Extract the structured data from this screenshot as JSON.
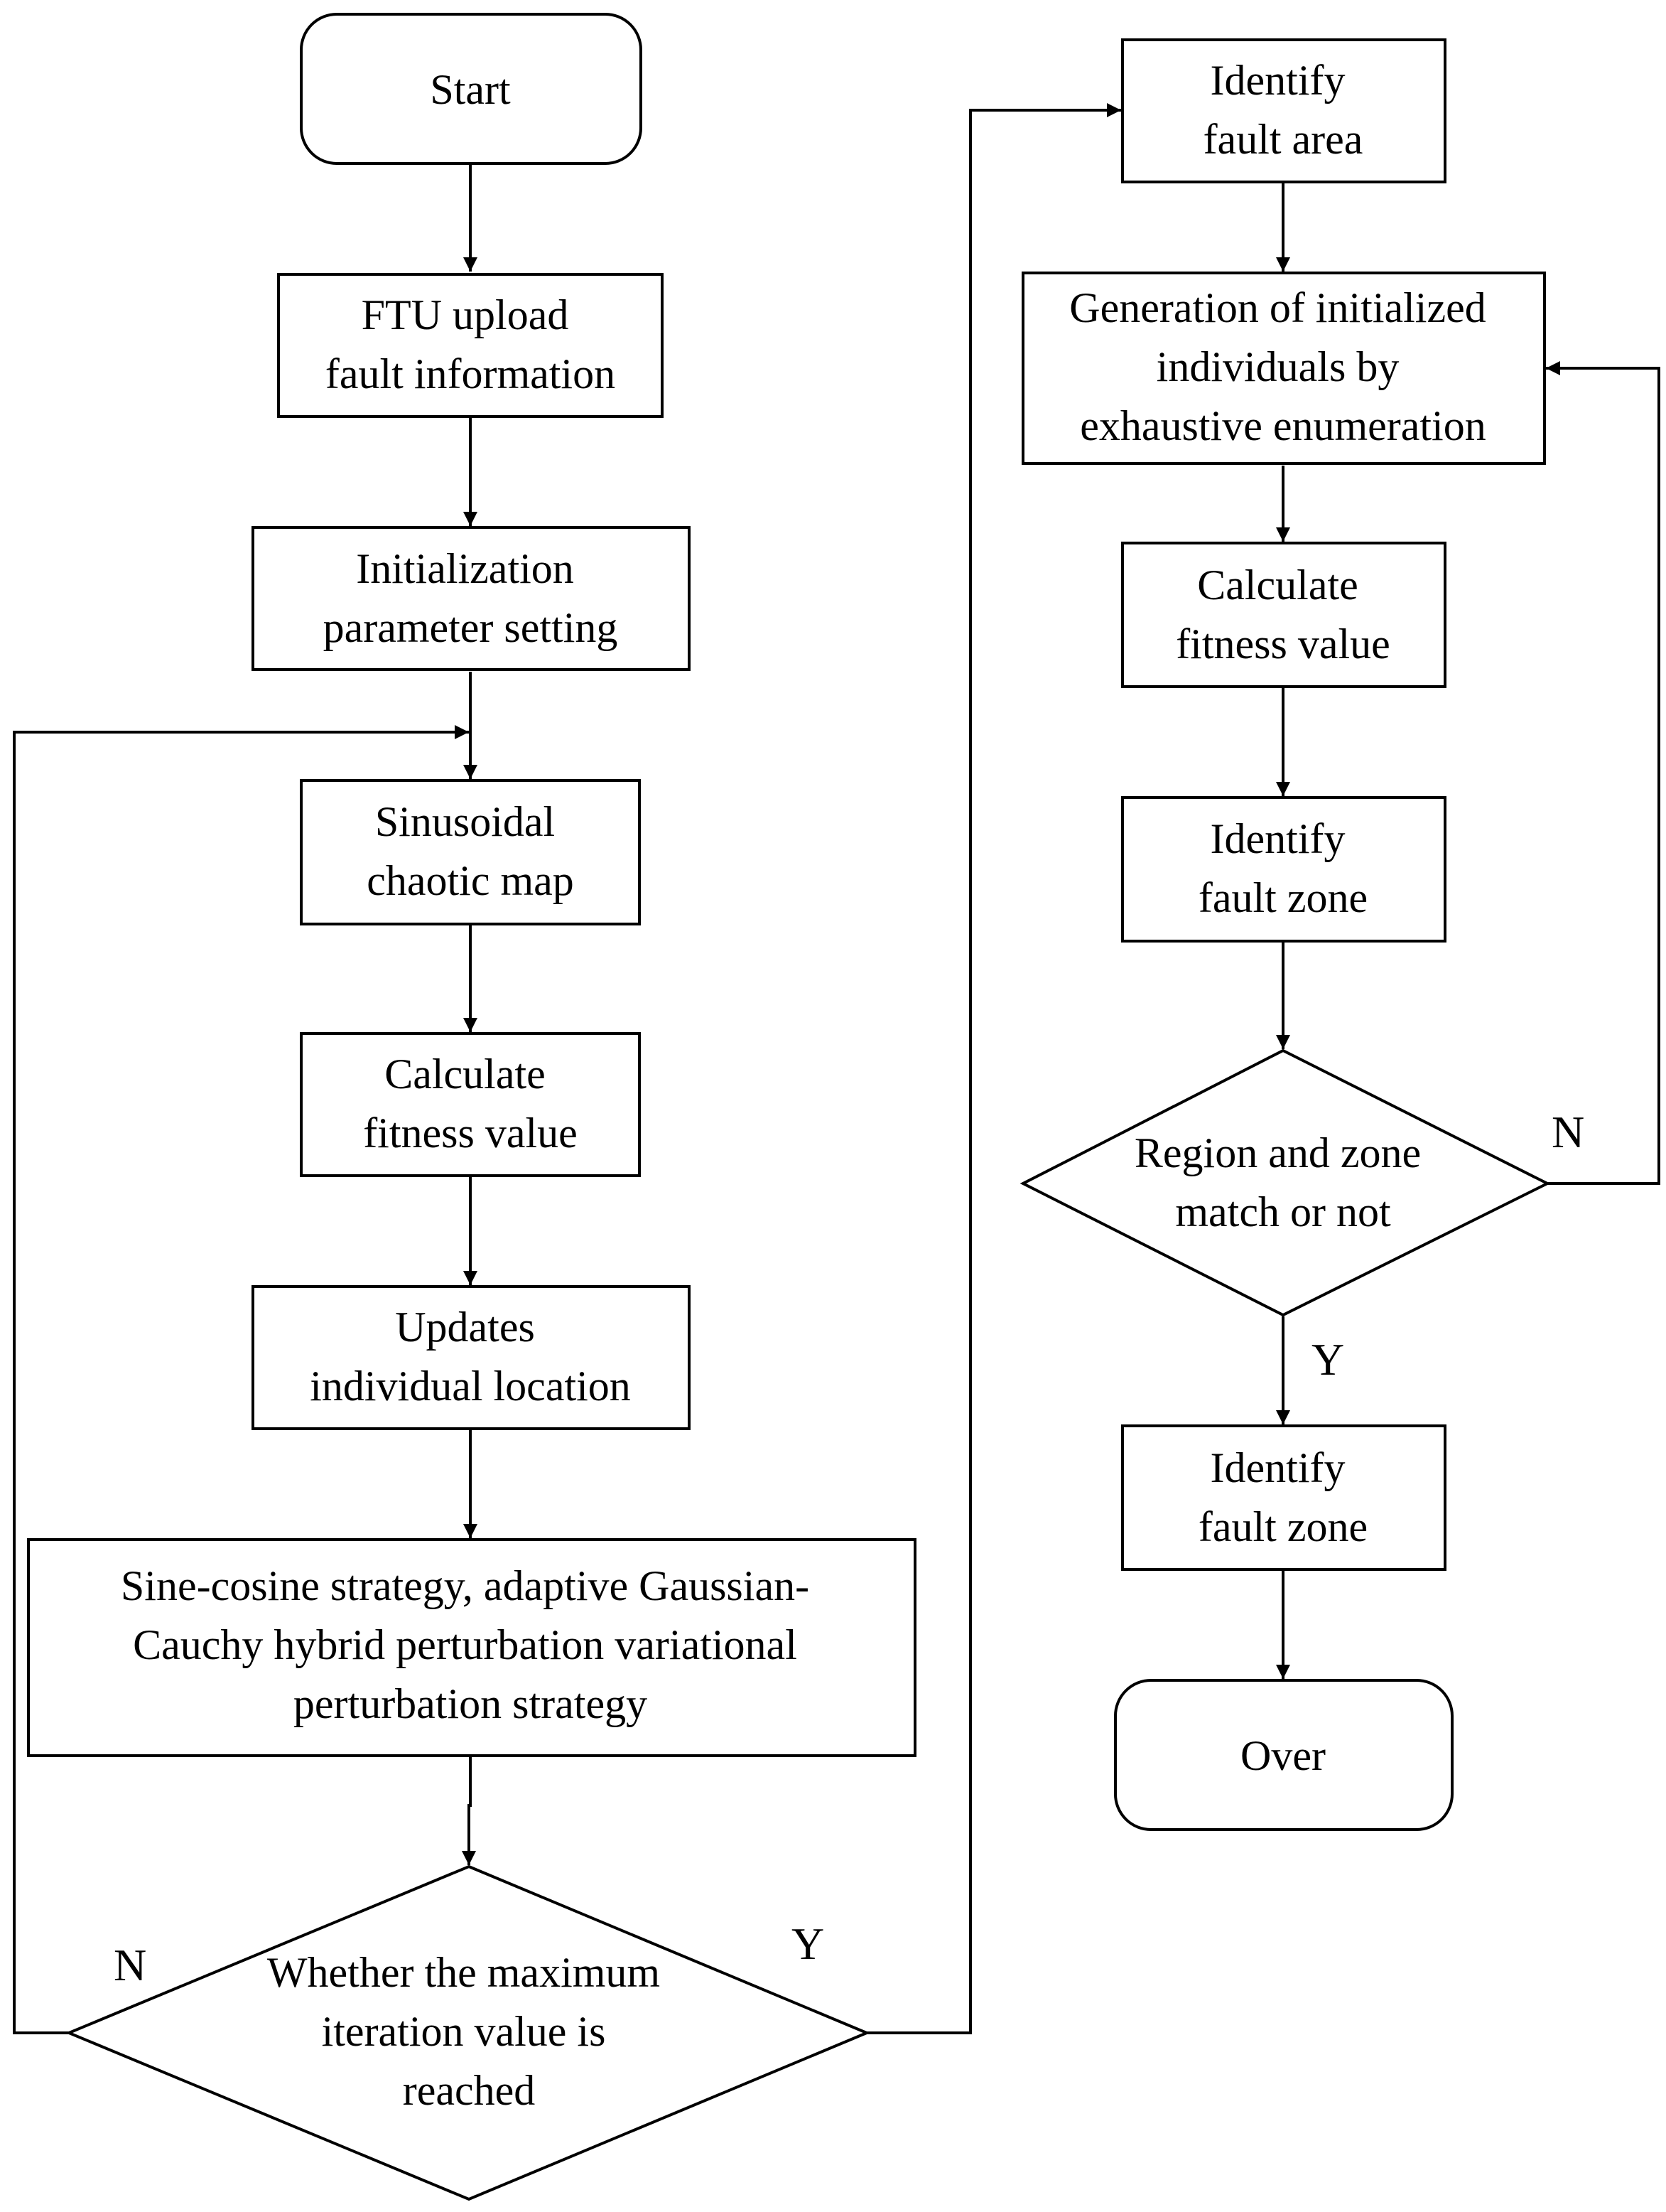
{
  "nodes": {
    "start": {
      "lines": [
        "Start"
      ]
    },
    "ftu_upload": {
      "lines": [
        "FTU upload",
        "fault information"
      ]
    },
    "init_params": {
      "lines": [
        "Initialization",
        "parameter setting"
      ]
    },
    "sinusoidal_map": {
      "lines": [
        "Sinusoidal",
        "chaotic map"
      ]
    },
    "calc_fitness_left": {
      "lines": [
        "Calculate",
        "fitness value"
      ]
    },
    "update_location": {
      "lines": [
        "Updates",
        "individual location"
      ]
    },
    "perturbation_strategy": {
      "lines": [
        "Sine-cosine strategy, adaptive Gaussian-",
        "Cauchy hybrid perturbation variational",
        "perturbation strategy"
      ]
    },
    "max_iteration_decision": {
      "lines": [
        "Whether the maximum",
        "iteration value is",
        "reached"
      ]
    },
    "identify_fault_area": {
      "lines": [
        "Identify",
        "fault area"
      ]
    },
    "generate_individuals": {
      "lines": [
        "Generation of initialized",
        "individuals by",
        "exhaustive enumeration"
      ]
    },
    "calc_fitness_right": {
      "lines": [
        "Calculate",
        "fitness value"
      ]
    },
    "identify_fault_zone_1": {
      "lines": [
        "Identify",
        "fault zone"
      ]
    },
    "match_decision": {
      "lines": [
        "Region and zone",
        "match or not"
      ]
    },
    "identify_fault_zone_2": {
      "lines": [
        "Identify",
        "fault zone"
      ]
    },
    "over": {
      "lines": [
        "Over"
      ]
    }
  },
  "edge_labels": {
    "max_iter_no": "N",
    "max_iter_yes": "Y",
    "match_no": "N",
    "match_yes": "Y"
  }
}
